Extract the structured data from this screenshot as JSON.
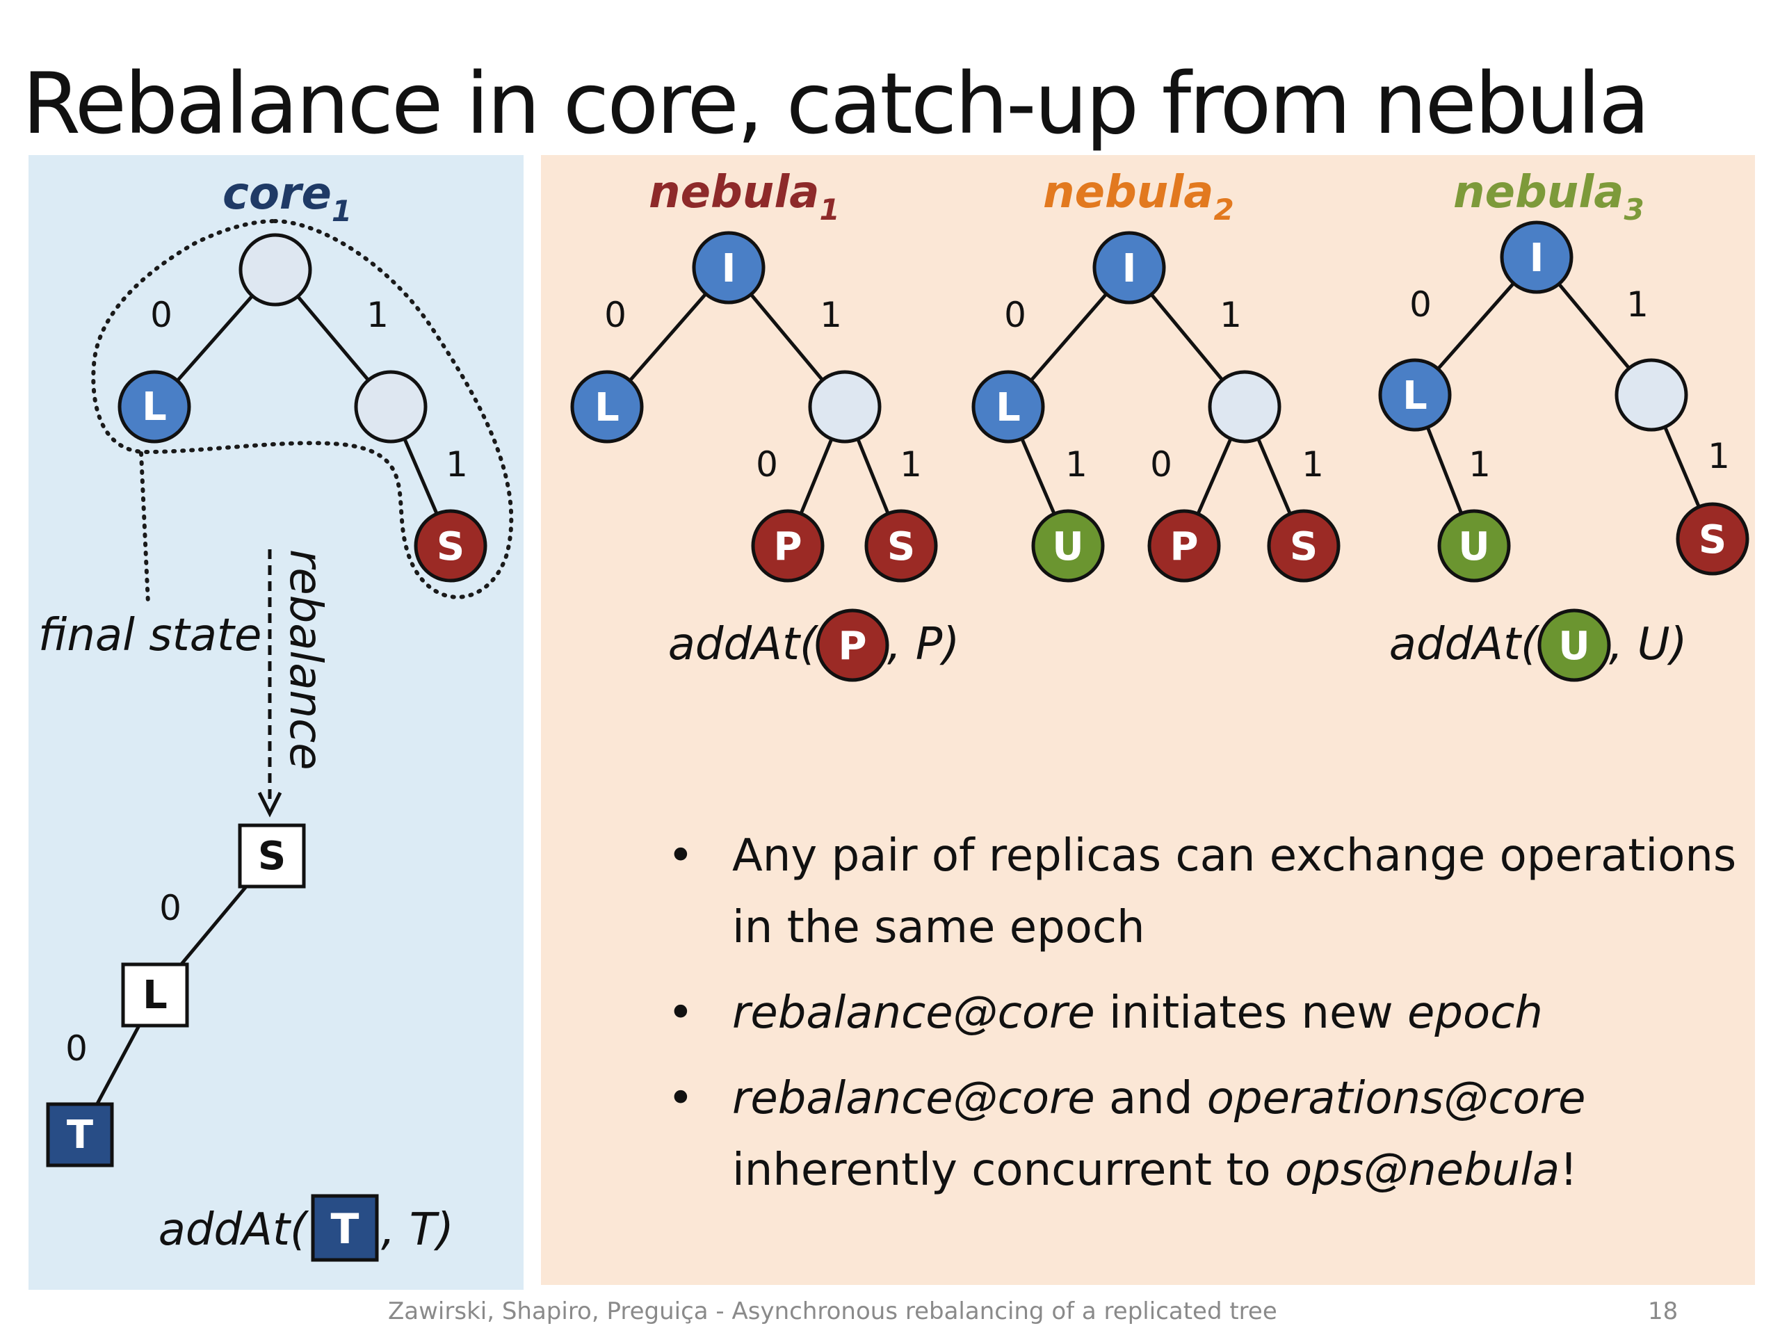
{
  "slide": {
    "title": "Rebalance in core, catch-up from nebula",
    "footer": "Zawirski, Shapiro, Preguiça - Asynchronous rebalancing of a replicated tree",
    "page_number": "18"
  },
  "colors": {
    "core_panel": "#dcebf5",
    "nebula_panel": "#fbe7d6",
    "core_label": "#1f3a66",
    "nebula1_label": "#8e2a2a",
    "nebula2_label": "#e2791f",
    "nebula3_label": "#7d9a3a",
    "blue_node": "#4a7fc6",
    "empty_node": "#dee7f1",
    "red_node": "#9b2a25",
    "green_node": "#6b9530",
    "dark_square": "#284d86"
  },
  "core": {
    "label": "core",
    "subscript": "1",
    "final_state": "final state",
    "rebalance": "rebalance",
    "add_at_prefix": "addAt(",
    "add_at_arg": ", T)",
    "add_at_letter": "T",
    "tree": {
      "edges": [
        "0",
        "1",
        "1"
      ],
      "nodes": [
        "L",
        "S"
      ]
    },
    "rebalanced": {
      "nodes": [
        "S",
        "L",
        "T"
      ],
      "edges": [
        "0",
        "0"
      ]
    }
  },
  "nebulae": [
    {
      "label": "nebula",
      "subscript": "1",
      "nodes": [
        "I",
        "L",
        "P",
        "S"
      ],
      "edges": [
        "0",
        "1",
        "0",
        "1"
      ],
      "op": {
        "prefix": "addAt(",
        "letter": "P",
        "suffix": ", P)"
      }
    },
    {
      "label": "nebula",
      "subscript": "2",
      "nodes": [
        "I",
        "L",
        "U",
        "P",
        "S"
      ],
      "edges": [
        "0",
        "1",
        "1",
        "0",
        "1"
      ]
    },
    {
      "label": "nebula",
      "subscript": "3",
      "nodes": [
        "I",
        "L",
        "U",
        "S"
      ],
      "edges": [
        "0",
        "1",
        "1",
        "1"
      ],
      "op": {
        "prefix": "addAt(",
        "letter": "U",
        "suffix": ", U)"
      }
    }
  ],
  "bullets": [
    {
      "text": "Any pair of replicas can exchange operations in the same epoch"
    },
    {
      "part1": "rebalance@core",
      "part2": " initiates new ",
      "part3": "epoch"
    },
    {
      "part1": "rebalance@core",
      "part2": " and ",
      "part3": "operations@core",
      "part4": " inherently concurrent to ",
      "part5": "ops@nebula",
      "part6": "!"
    }
  ]
}
